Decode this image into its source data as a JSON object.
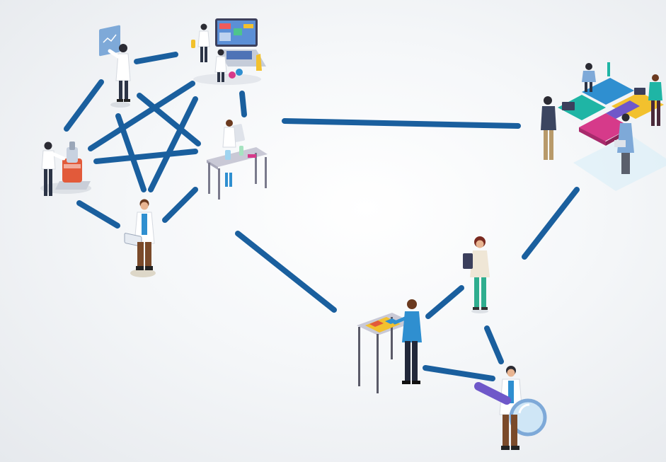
{
  "colors": {
    "connector": "#1a5f9e",
    "background": "#f4f6f8",
    "accent_blue": "#2f8fd0",
    "accent_teal": "#1fb5a5",
    "accent_magenta": "#d63a8a",
    "accent_yellow": "#f2c12e",
    "accent_purple": "#6f58c9",
    "skin": "#e9b592",
    "hair_dark": "#2b2b33",
    "hair_brown": "#6b3a1f",
    "coat_white": "#ffffff",
    "pants_dark": "#2c3446",
    "pants_brown": "#7a4a2a",
    "table_grey": "#c9c9d6"
  },
  "nodes": [
    {
      "name": "scientist-at-whiteboard",
      "icon": "scientist-writing-board-icon"
    },
    {
      "name": "scientists-at-computer",
      "icon": "computer-lab-icon"
    },
    {
      "name": "scientist-at-microscope",
      "icon": "microscope-icon"
    },
    {
      "name": "scientist-at-lab-bench",
      "icon": "lab-bench-icon"
    },
    {
      "name": "scientist-with-tablet",
      "icon": "tablet-icon"
    },
    {
      "name": "team-assembling-puzzle",
      "icon": "puzzle-collaboration-icon"
    },
    {
      "name": "woman-reviewing-documents",
      "icon": "document-table-icon"
    },
    {
      "name": "woman-with-clipboard",
      "icon": "clipboard-icon"
    },
    {
      "name": "scientist-with-magnifier",
      "icon": "magnifying-glass-icon"
    }
  ],
  "edges": [
    {
      "from": "scientist-at-whiteboard",
      "to": "scientists-at-computer"
    },
    {
      "from": "scientist-at-whiteboard",
      "to": "scientist-at-microscope"
    },
    {
      "from": "scientist-at-whiteboard",
      "to": "scientist-at-lab-bench"
    },
    {
      "from": "scientist-at-whiteboard",
      "to": "scientist-with-tablet"
    },
    {
      "from": "scientists-at-computer",
      "to": "scientist-at-microscope"
    },
    {
      "from": "scientists-at-computer",
      "to": "scientist-with-tablet"
    },
    {
      "from": "scientists-at-computer",
      "to": "scientist-at-lab-bench"
    },
    {
      "from": "scientist-at-microscope",
      "to": "scientist-at-lab-bench"
    },
    {
      "from": "scientist-at-microscope",
      "to": "scientist-with-tablet"
    },
    {
      "from": "scientist-with-tablet",
      "to": "scientist-at-lab-bench"
    },
    {
      "from": "scientist-at-lab-bench",
      "to": "team-assembling-puzzle"
    },
    {
      "from": "scientist-at-lab-bench",
      "to": "woman-reviewing-documents"
    },
    {
      "from": "team-assembling-puzzle",
      "to": "woman-with-clipboard"
    },
    {
      "from": "woman-reviewing-documents",
      "to": "woman-with-clipboard"
    },
    {
      "from": "woman-reviewing-documents",
      "to": "scientist-with-magnifier"
    },
    {
      "from": "woman-with-clipboard",
      "to": "scientist-with-magnifier"
    }
  ]
}
